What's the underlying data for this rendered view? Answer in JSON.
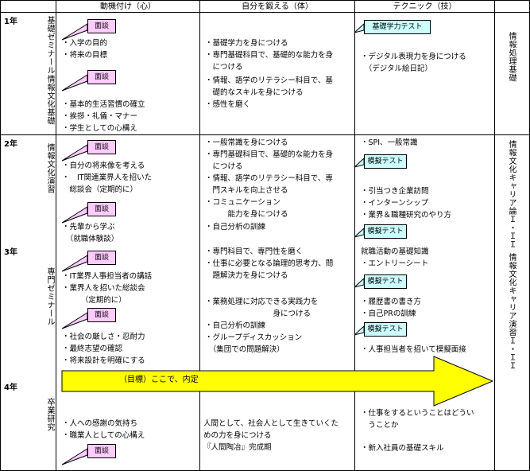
{
  "headers": {
    "motivation": "動機付け（心）",
    "training": "自分を鍛える（体）",
    "technique": "テクニック（技）"
  },
  "years": [
    "1年",
    "2年",
    "3年",
    "4年"
  ],
  "left_labels": {
    "year1": [
      "基礎ゼミナール",
      "情報文化基礎"
    ],
    "year2": "情報文化演習",
    "year3": "専門ゼミナール",
    "year4": "卒業研究"
  },
  "right_labels": [
    "情報処理基礎",
    "情報文化キャリア論Ｉ・ＩＩ",
    "情報文化キャリア演習Ｉ・ＩＩ"
  ],
  "callouts": {
    "interview": "面談",
    "basic_test": "基礎学力テスト",
    "mock_test": "模擬テスト"
  },
  "motivation": {
    "y1a": [
      "・入学の目的",
      "・将来の目標"
    ],
    "y1b": [
      "・基本的生活習慣の確立",
      "・挨拶・礼儀・マナー",
      "・学生としての心構え"
    ],
    "y2a": [
      "・自分の将来像を考える",
      "・　IT関連業界人を招いた",
      "　総談会（定期的に）"
    ],
    "y2b": [
      "・先輩から学ぶ",
      "　（就職体験談）"
    ],
    "y3a": [
      "・IT業界人事担当者の講話",
      "・業界人を招いた総談会",
      "　　　（定期的に）"
    ],
    "y3b": [
      "・社会の厳しさ・忍耐力",
      "・最終志望の確認",
      "・将来設計を明確にする"
    ],
    "y4": [
      "・人への感謝の気持ち",
      "・職業人としての心構え"
    ]
  },
  "training": {
    "y1": [
      "・基礎学力を身につける",
      "・専門基礎科目で、基礎的な能力を身",
      "　につける",
      "・情報、語学のリテラシー科目で、基",
      "　礎的なスキルを身につける",
      "・感性を磨く"
    ],
    "y2": [
      "・一般常識を身につける",
      "・専門基礎科目で、基礎的な能力を身",
      "　につける",
      "・情報、語学のリテラシー科目で、専",
      "　門スキルを向上させる",
      "・コミュニケーション",
      "　　　能力を身につける",
      "・自己分析の訓練"
    ],
    "y3a": [
      "・専門科目で、専門性を磨く",
      "・仕事に必要となる論理的思考力、問",
      "　題解決力を身につける"
    ],
    "y3b": [
      "・業務処理に対応できる実践力を",
      "　　　　　　　　　身につける"
    ],
    "y3c": [
      "・自己分析の訓練",
      "・グループディスカッション",
      "　（集団での問題解決）"
    ],
    "y4": [
      "人間として、社会人として生きていくた",
      "めの力を身につける",
      "『人間陶冶』完成期"
    ]
  },
  "technique": {
    "y1": [
      "・デジタル表現力を身につける",
      "　（デジタル絵日記）"
    ],
    "y2a": [
      "・SPI、一般常識"
    ],
    "y2b": [
      "・引当つき企業訪問",
      "・インターンシップ",
      "・業界＆職種研究のやり方"
    ],
    "y3a": [
      "就職活動の基礎知識",
      "・エントリーシート"
    ],
    "y3b": [
      "・履歴書の書き方",
      "・自己PRの訓練"
    ],
    "y3c": [
      "・人事担当者を招いて模擬面接"
    ],
    "y4a": [
      "・仕事をするということはどうい",
      "　うことか"
    ],
    "y4b": [
      "・新入社員の基礎スキル"
    ]
  },
  "arrow_label": "（目標）ここで、内定"
}
